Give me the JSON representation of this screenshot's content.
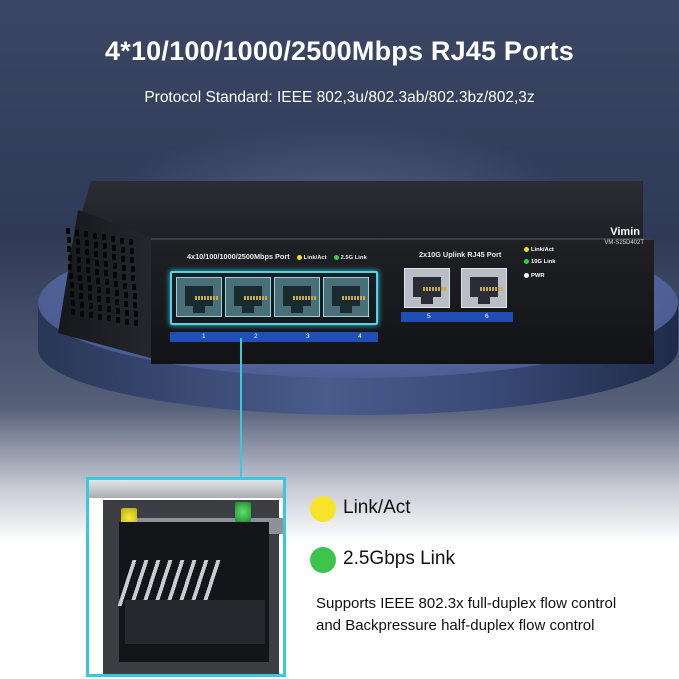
{
  "title": "4*10/100/1000/2500Mbps RJ45 Ports",
  "subtitle": "Protocol Standard: IEEE 802,3u/802.3ab/802.3bz/802,3z",
  "device": {
    "brand": "Vimin",
    "model": "VM-S25D402T",
    "left_group_label": "4x10/100/1000/2500Mbps Port",
    "left_led_labels": [
      "Link/Act",
      "2.5G Link"
    ],
    "right_group_label": "2x10G Uplink RJ45 Port",
    "right_led_labels": [
      "Link/Act",
      "10G Link",
      "PWR"
    ],
    "port_numbers": [
      "1",
      "2",
      "3",
      "4",
      "5",
      "6"
    ]
  },
  "legend": [
    {
      "label": "Link/Act",
      "color": "#f5e42a"
    },
    {
      "label": "2.5Gbps Link",
      "color": "#3cc54a"
    }
  ],
  "support_lines": [
    "Supports IEEE 802.3x full-duplex flow control",
    "and Backpressure half-duplex flow control"
  ],
  "colors": {
    "accent": "#3cc8dc",
    "port_strip": "#1f4fb4"
  }
}
